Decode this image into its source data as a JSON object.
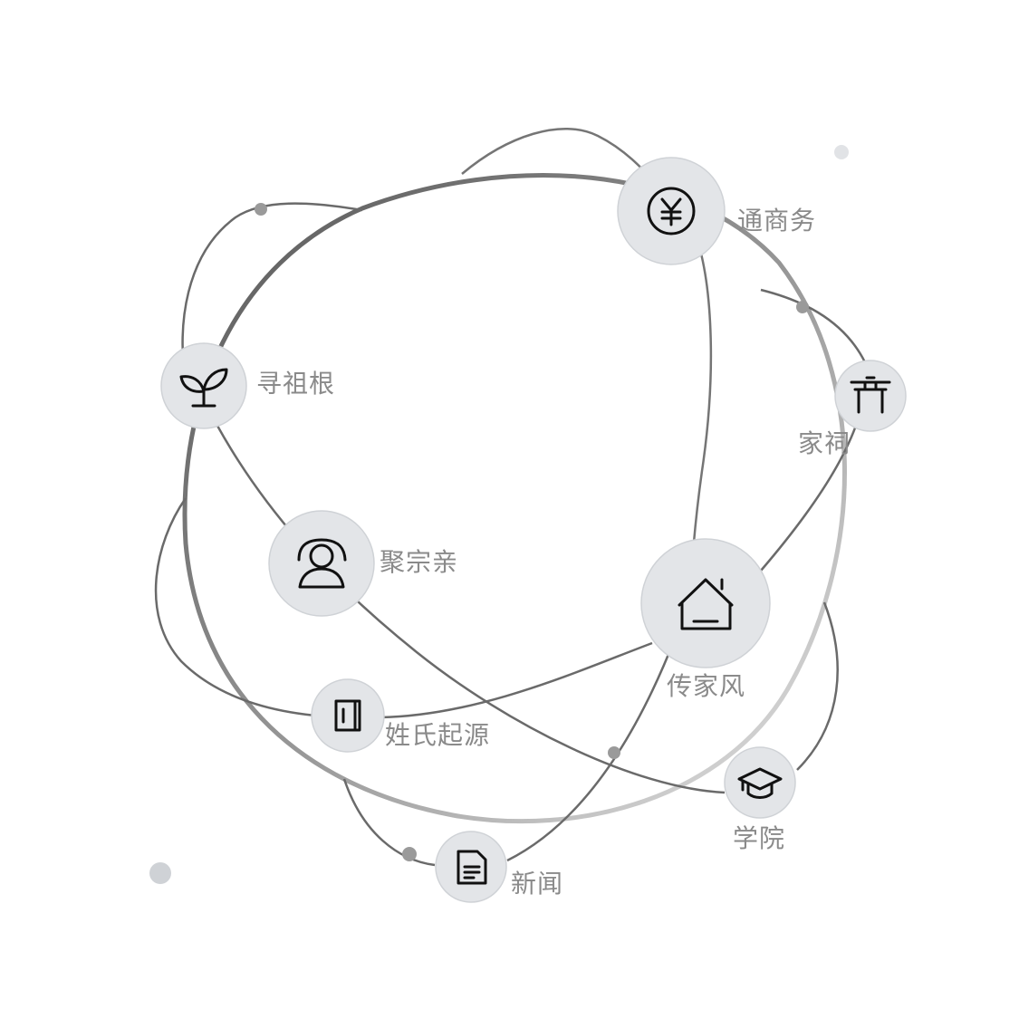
{
  "nodes": {
    "business": {
      "label": "通商务",
      "icon": "yuan-icon"
    },
    "ancestry": {
      "label": "寻祖根",
      "icon": "sprout-icon"
    },
    "clan": {
      "label": "家祠",
      "icon": "torii-gate-icon"
    },
    "kinship": {
      "label": "聚宗亲",
      "icon": "user-icon"
    },
    "family_tradition": {
      "label": "传家风",
      "icon": "home-icon"
    },
    "surname_origin": {
      "label": "姓氏起源",
      "icon": "book-icon"
    },
    "academy": {
      "label": "学院",
      "icon": "graduation-cap-icon"
    },
    "news": {
      "label": "新闻",
      "icon": "document-icon"
    }
  },
  "colors": {
    "node_fill": "#e3e5e8",
    "orbit_dark": "#5f5f5f",
    "orbit_mid": "#7a7a7a",
    "orbit_light": "#d8d8d8",
    "label": "#8a8a8a",
    "dot": "#9a9a9a"
  }
}
